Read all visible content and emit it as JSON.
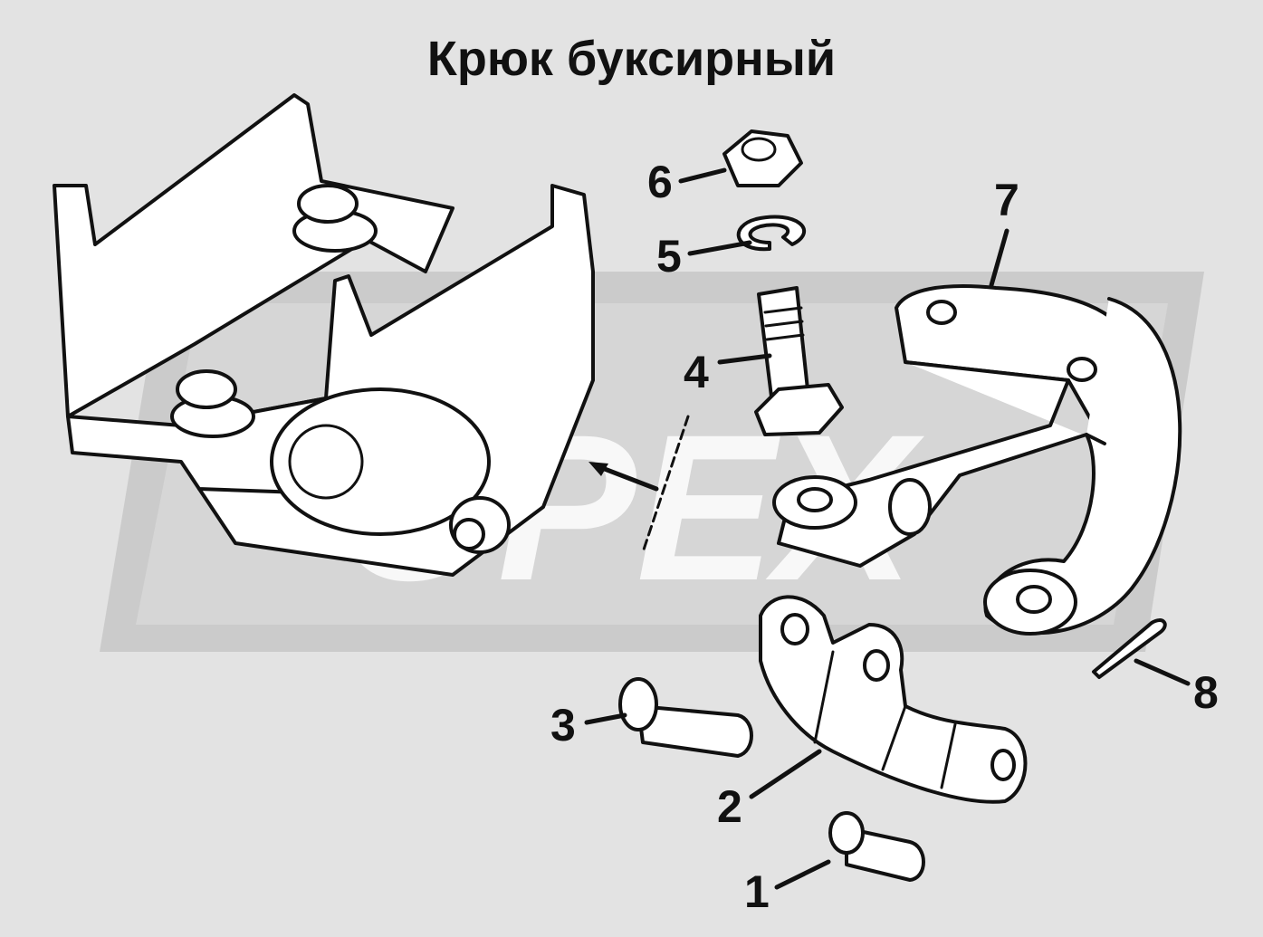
{
  "title": "Крюк буксирный",
  "watermark": {
    "text": "OPEX"
  },
  "callouts": [
    "1",
    "2",
    "3",
    "4",
    "5",
    "6",
    "7",
    "8"
  ],
  "colors": {
    "background": "#e3e3e3",
    "watermark_panel": "#c8c8c8",
    "watermark_text": "#ffffff",
    "line": "#111111",
    "part_fill": "#ffffff"
  }
}
